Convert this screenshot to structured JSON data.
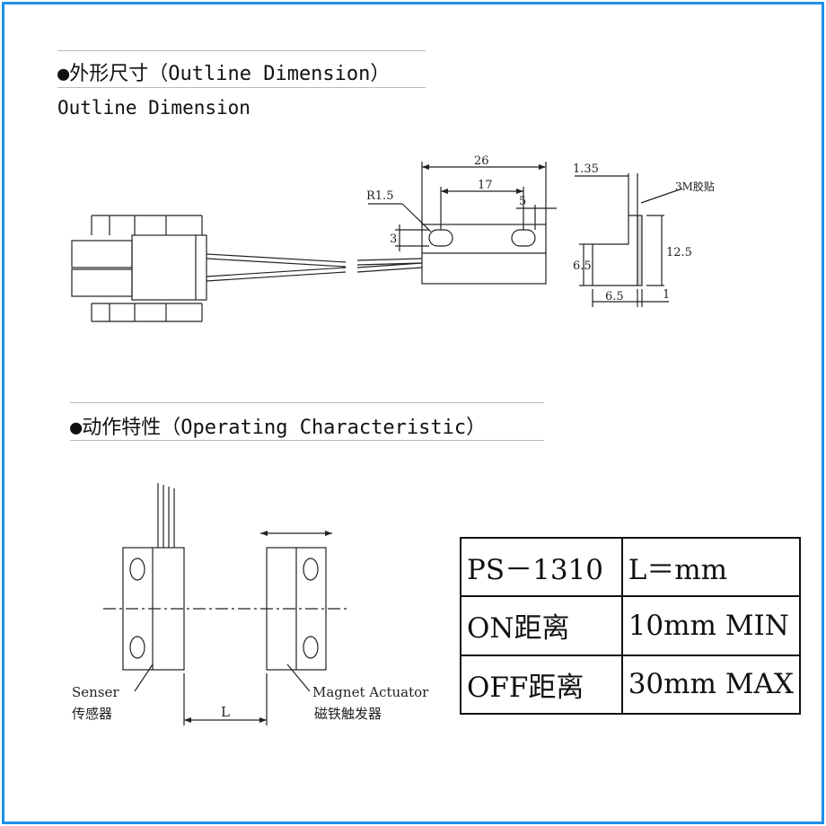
{
  "section1": {
    "title": "●外形尺寸（Outline Dimension）",
    "subtitle": "Outline Dimension"
  },
  "section2": {
    "title": "●动作特性（Operating Characteristic）"
  },
  "dims": {
    "d26": "26",
    "d17": "17",
    "d5": "5",
    "r15": "R1.5",
    "d3": "3",
    "d135": "1.35",
    "tape": "3M胶贴",
    "d125": "12.5",
    "d65v": "6.5",
    "d65h": "6.5",
    "d1": "1"
  },
  "labels": {
    "senser_en": "Senser",
    "senser_cn": "传感器",
    "magnet_en": "Magnet Actuator",
    "magnet_cn": "磁铁触发器",
    "gap": "L"
  },
  "table": {
    "rows": [
      [
        "PS－1310",
        "L＝mm"
      ],
      [
        "ON距离",
        "10mm MIN"
      ],
      [
        "OFF距离",
        "30mm MAX"
      ]
    ]
  },
  "colors": {
    "frame": "#1e90e8"
  }
}
